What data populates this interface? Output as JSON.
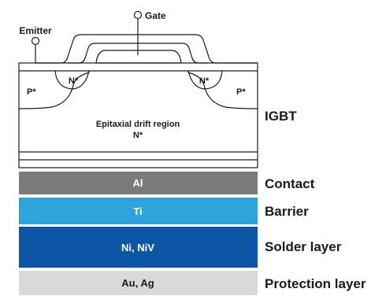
{
  "terminals": {
    "gate": "Gate",
    "emitter": "Emitter"
  },
  "regions": {
    "p_left": "P*",
    "n_left": "N*",
    "n_right": "N*",
    "p_right": "P*",
    "drift_line1": "Epitaxial drift region",
    "drift_line2": "N*"
  },
  "device_label": "IGBT",
  "layers": [
    {
      "material": "Al",
      "role": "Contact",
      "fill": "#7b7b7b",
      "text_color": "#ffffff"
    },
    {
      "material": "Ti",
      "role": "Barrier",
      "fill": "#2ea3dc",
      "text_color": "#ffffff"
    },
    {
      "material": "Ni, NiV",
      "role": "Solder layer",
      "fill": "#0d56a6",
      "text_color": "#ffffff"
    },
    {
      "material": "Au, Ag",
      "role": "Protection layer",
      "fill": "#d9d9d9",
      "text_color": "#1a1a1a"
    }
  ],
  "colors": {
    "line": "#1a1a1a"
  }
}
